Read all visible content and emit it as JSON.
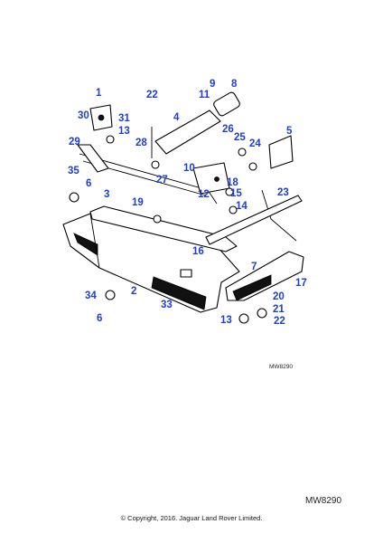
{
  "diagram": {
    "callouts": [
      "1",
      "30",
      "31",
      "13",
      "29",
      "22",
      "11",
      "9",
      "8",
      "4",
      "26",
      "25",
      "24",
      "5",
      "28",
      "10",
      "27",
      "18",
      "15",
      "14",
      "12",
      "35",
      "6",
      "3",
      "19",
      "23",
      "16",
      "7",
      "17",
      "2",
      "33",
      "34",
      "20",
      "21",
      "22",
      "6",
      "13"
    ],
    "drawing_code_small": "MW8290",
    "drawing_code": "MW8290",
    "copyright": "© Copyright, 2016. Jaguar Land Rover Limited."
  }
}
